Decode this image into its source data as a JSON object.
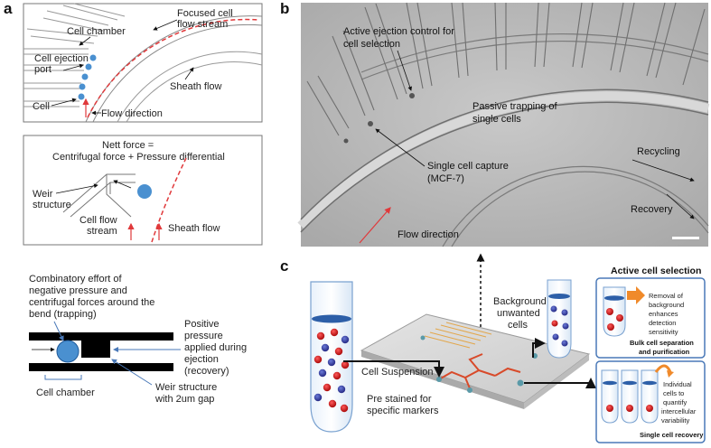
{
  "panel_letters": {
    "a": "a",
    "b": "b",
    "c": "c"
  },
  "panel_a1": {
    "cell_chamber": "Cell chamber",
    "focused_cell_flow_line1": "Focused cell",
    "focused_cell_flow_line2": "flow stream",
    "cell_ejection_line1": "Cell ejection",
    "cell_ejection_line2": "port",
    "sheath_flow": "Sheath flow",
    "cell": "Cell",
    "flow_direction": "Flow direction"
  },
  "panel_a2": {
    "nett_force_line1": "Nett force =",
    "nett_force_line2": "Centrifugal force + Pressure differential",
    "weir_line1": "Weir",
    "weir_line2": "structure",
    "cell_flow_line1": "Cell flow",
    "cell_flow_line2": "stream",
    "sheath_flow": "Sheath flow"
  },
  "panel_a3": {
    "combinatory_line1": "Combinatory effort of",
    "combinatory_line2": "negative pressure and",
    "combinatory_line3": "centrifugal forces around the",
    "combinatory_line4": "bend (trapping)",
    "positive_line1": "Positive",
    "positive_line2": "pressure",
    "positive_line3": "applied during",
    "positive_line4": "ejection",
    "positive_line5": "(recovery)",
    "cell_chamber": "Cell chamber",
    "weir_line1": "Weir structure",
    "weir_line2": "with 2um gap"
  },
  "panel_b": {
    "active_line1": "Active ejection control for",
    "active_line2": "cell selection",
    "passive_line1": "Passive trapping of",
    "passive_line2": "single cells",
    "single_line1": "Single cell capture",
    "single_line2": "(MCF-7)",
    "recycling": "Recycling",
    "recovery": "Recovery",
    "flow_direction": "Flow direction"
  },
  "panel_c": {
    "background_line1": "Background",
    "background_line2": "unwanted",
    "background_line3": "cells",
    "cell_suspension": "Cell Suspension",
    "pre_stained_line1": "Pre stained for",
    "pre_stained_line2": "specific markers",
    "active_cell_selection": "Active cell selection",
    "removal_line1": "Removal of",
    "removal_line2": "background",
    "removal_line3": "enhances",
    "removal_line4": "detection",
    "removal_line5": "sensitivity",
    "bulk_line1": "Bulk cell separation",
    "bulk_line2": "and purification",
    "individual_line1": "Individual",
    "individual_line2": "cells to",
    "individual_line3": "quantify",
    "individual_line4": "intercellular",
    "individual_line5": "variability",
    "single_cell_recovery": "Single cell recovery"
  },
  "colors": {
    "cell_blue": "#4a90d0",
    "sheath_red": "#e0393b",
    "arrow_orange": "#f08a2a",
    "box_blue": "#4a79b8"
  }
}
